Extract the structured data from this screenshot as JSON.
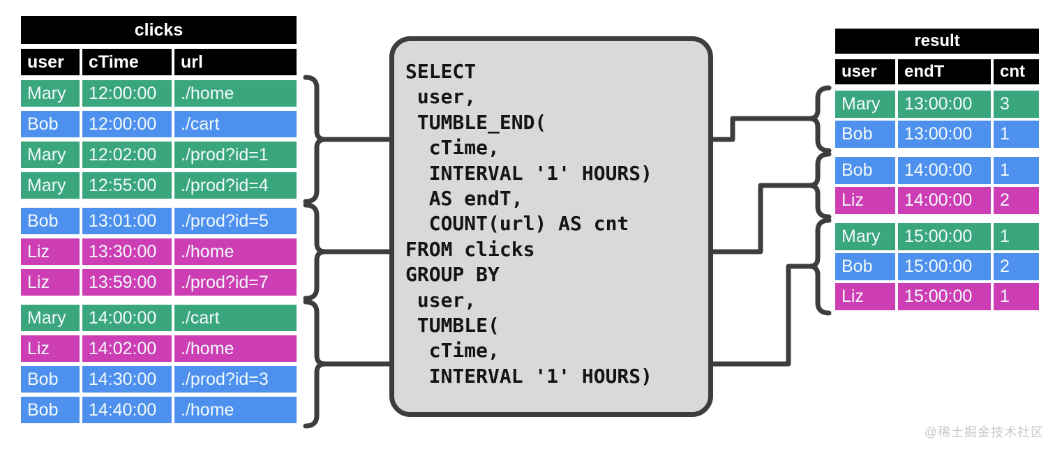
{
  "clicks_table": {
    "title": "clicks",
    "columns": [
      "user",
      "cTime",
      "url"
    ],
    "groups": [
      {
        "rows": [
          {
            "user": "Mary",
            "cTime": "12:00:00",
            "url": "./home",
            "color": "green"
          },
          {
            "user": "Bob",
            "cTime": "12:00:00",
            "url": "./cart",
            "color": "blue"
          },
          {
            "user": "Mary",
            "cTime": "12:02:00",
            "url": "./prod?id=1",
            "color": "green"
          },
          {
            "user": "Mary",
            "cTime": "12:55:00",
            "url": "./prod?id=4",
            "color": "green"
          }
        ]
      },
      {
        "rows": [
          {
            "user": "Bob",
            "cTime": "13:01:00",
            "url": "./prod?id=5",
            "color": "blue"
          },
          {
            "user": "Liz",
            "cTime": "13:30:00",
            "url": "./home",
            "color": "magenta"
          },
          {
            "user": "Liz",
            "cTime": "13:59:00",
            "url": "./prod?id=7",
            "color": "magenta"
          }
        ]
      },
      {
        "rows": [
          {
            "user": "Mary",
            "cTime": "14:00:00",
            "url": "./cart",
            "color": "green"
          },
          {
            "user": "Liz",
            "cTime": "14:02:00",
            "url": "./home",
            "color": "magenta"
          },
          {
            "user": "Bob",
            "cTime": "14:30:00",
            "url": "./prod?id=3",
            "color": "blue"
          },
          {
            "user": "Bob",
            "cTime": "14:40:00",
            "url": "./home",
            "color": "blue"
          }
        ]
      }
    ]
  },
  "sql": {
    "lines": [
      "SELECT",
      " user,",
      " TUMBLE_END(",
      "  cTime,",
      "  INTERVAL '1' HOURS)",
      "  AS endT,",
      "  COUNT(url) AS cnt",
      "FROM clicks",
      "GROUP BY",
      " user,",
      " TUMBLE(",
      "  cTime,",
      "  INTERVAL '1' HOURS)"
    ]
  },
  "result_table": {
    "title": "result",
    "columns": [
      "user",
      "endT",
      "cnt"
    ],
    "groups": [
      {
        "rows": [
          {
            "user": "Mary",
            "endT": "13:00:00",
            "cnt": "3",
            "color": "green"
          },
          {
            "user": "Bob",
            "endT": "13:00:00",
            "cnt": "1",
            "color": "blue"
          }
        ]
      },
      {
        "rows": [
          {
            "user": "Bob",
            "endT": "14:00:00",
            "cnt": "1",
            "color": "blue"
          },
          {
            "user": "Liz",
            "endT": "14:00:00",
            "cnt": "2",
            "color": "magenta"
          }
        ]
      },
      {
        "rows": [
          {
            "user": "Mary",
            "endT": "15:00:00",
            "cnt": "1",
            "color": "green"
          },
          {
            "user": "Bob",
            "endT": "15:00:00",
            "cnt": "2",
            "color": "blue"
          },
          {
            "user": "Liz",
            "endT": "15:00:00",
            "cnt": "1",
            "color": "magenta"
          }
        ]
      }
    ]
  },
  "colors": {
    "mary_green": "#3aa67e",
    "bob_blue": "#4e90ee",
    "liz_magenta": "#cd3eb5",
    "header_black": "#000000",
    "sql_box_fill": "#d9d9d9",
    "wire_stroke": "#3d3d3d"
  },
  "watermark": "@稀土掘金技术社区"
}
